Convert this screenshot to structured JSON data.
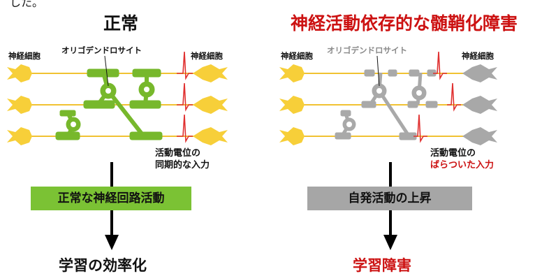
{
  "top_snippet": "した。",
  "left": {
    "title": "正常",
    "neuron_label_left": "神経細胞",
    "neuron_label_right": "神経細胞",
    "oligo_label": "オリゴデンドロサイト",
    "ap_label_line1": "活動電位の",
    "ap_label_line2": "同期的な入力",
    "box_label": "正常な神経回路活動",
    "result": "学習の効率化"
  },
  "right": {
    "title": "神経活動依存的な髄鞘化障害",
    "neuron_label_left": "神経細胞",
    "neuron_label_right": "神経細胞",
    "oligo_label": "オリゴデンドロサイト",
    "ap_label_line1": "活動電位の",
    "ap_label_line2": "ばらついた入力",
    "box_label": "自発活動の上昇",
    "result": "学習障害"
  },
  "colors": {
    "axon": "#f1c232",
    "neuron": "#f7cf39",
    "myelin_normal": "#77b82c",
    "myelin_impaired": "#a9a9a9",
    "neuron_impaired": "#a8a8a8",
    "spike": "#e03030",
    "box_normal": "#7bc234",
    "box_impaired": "#a6a6a6",
    "accent_red": "#cc1111"
  }
}
